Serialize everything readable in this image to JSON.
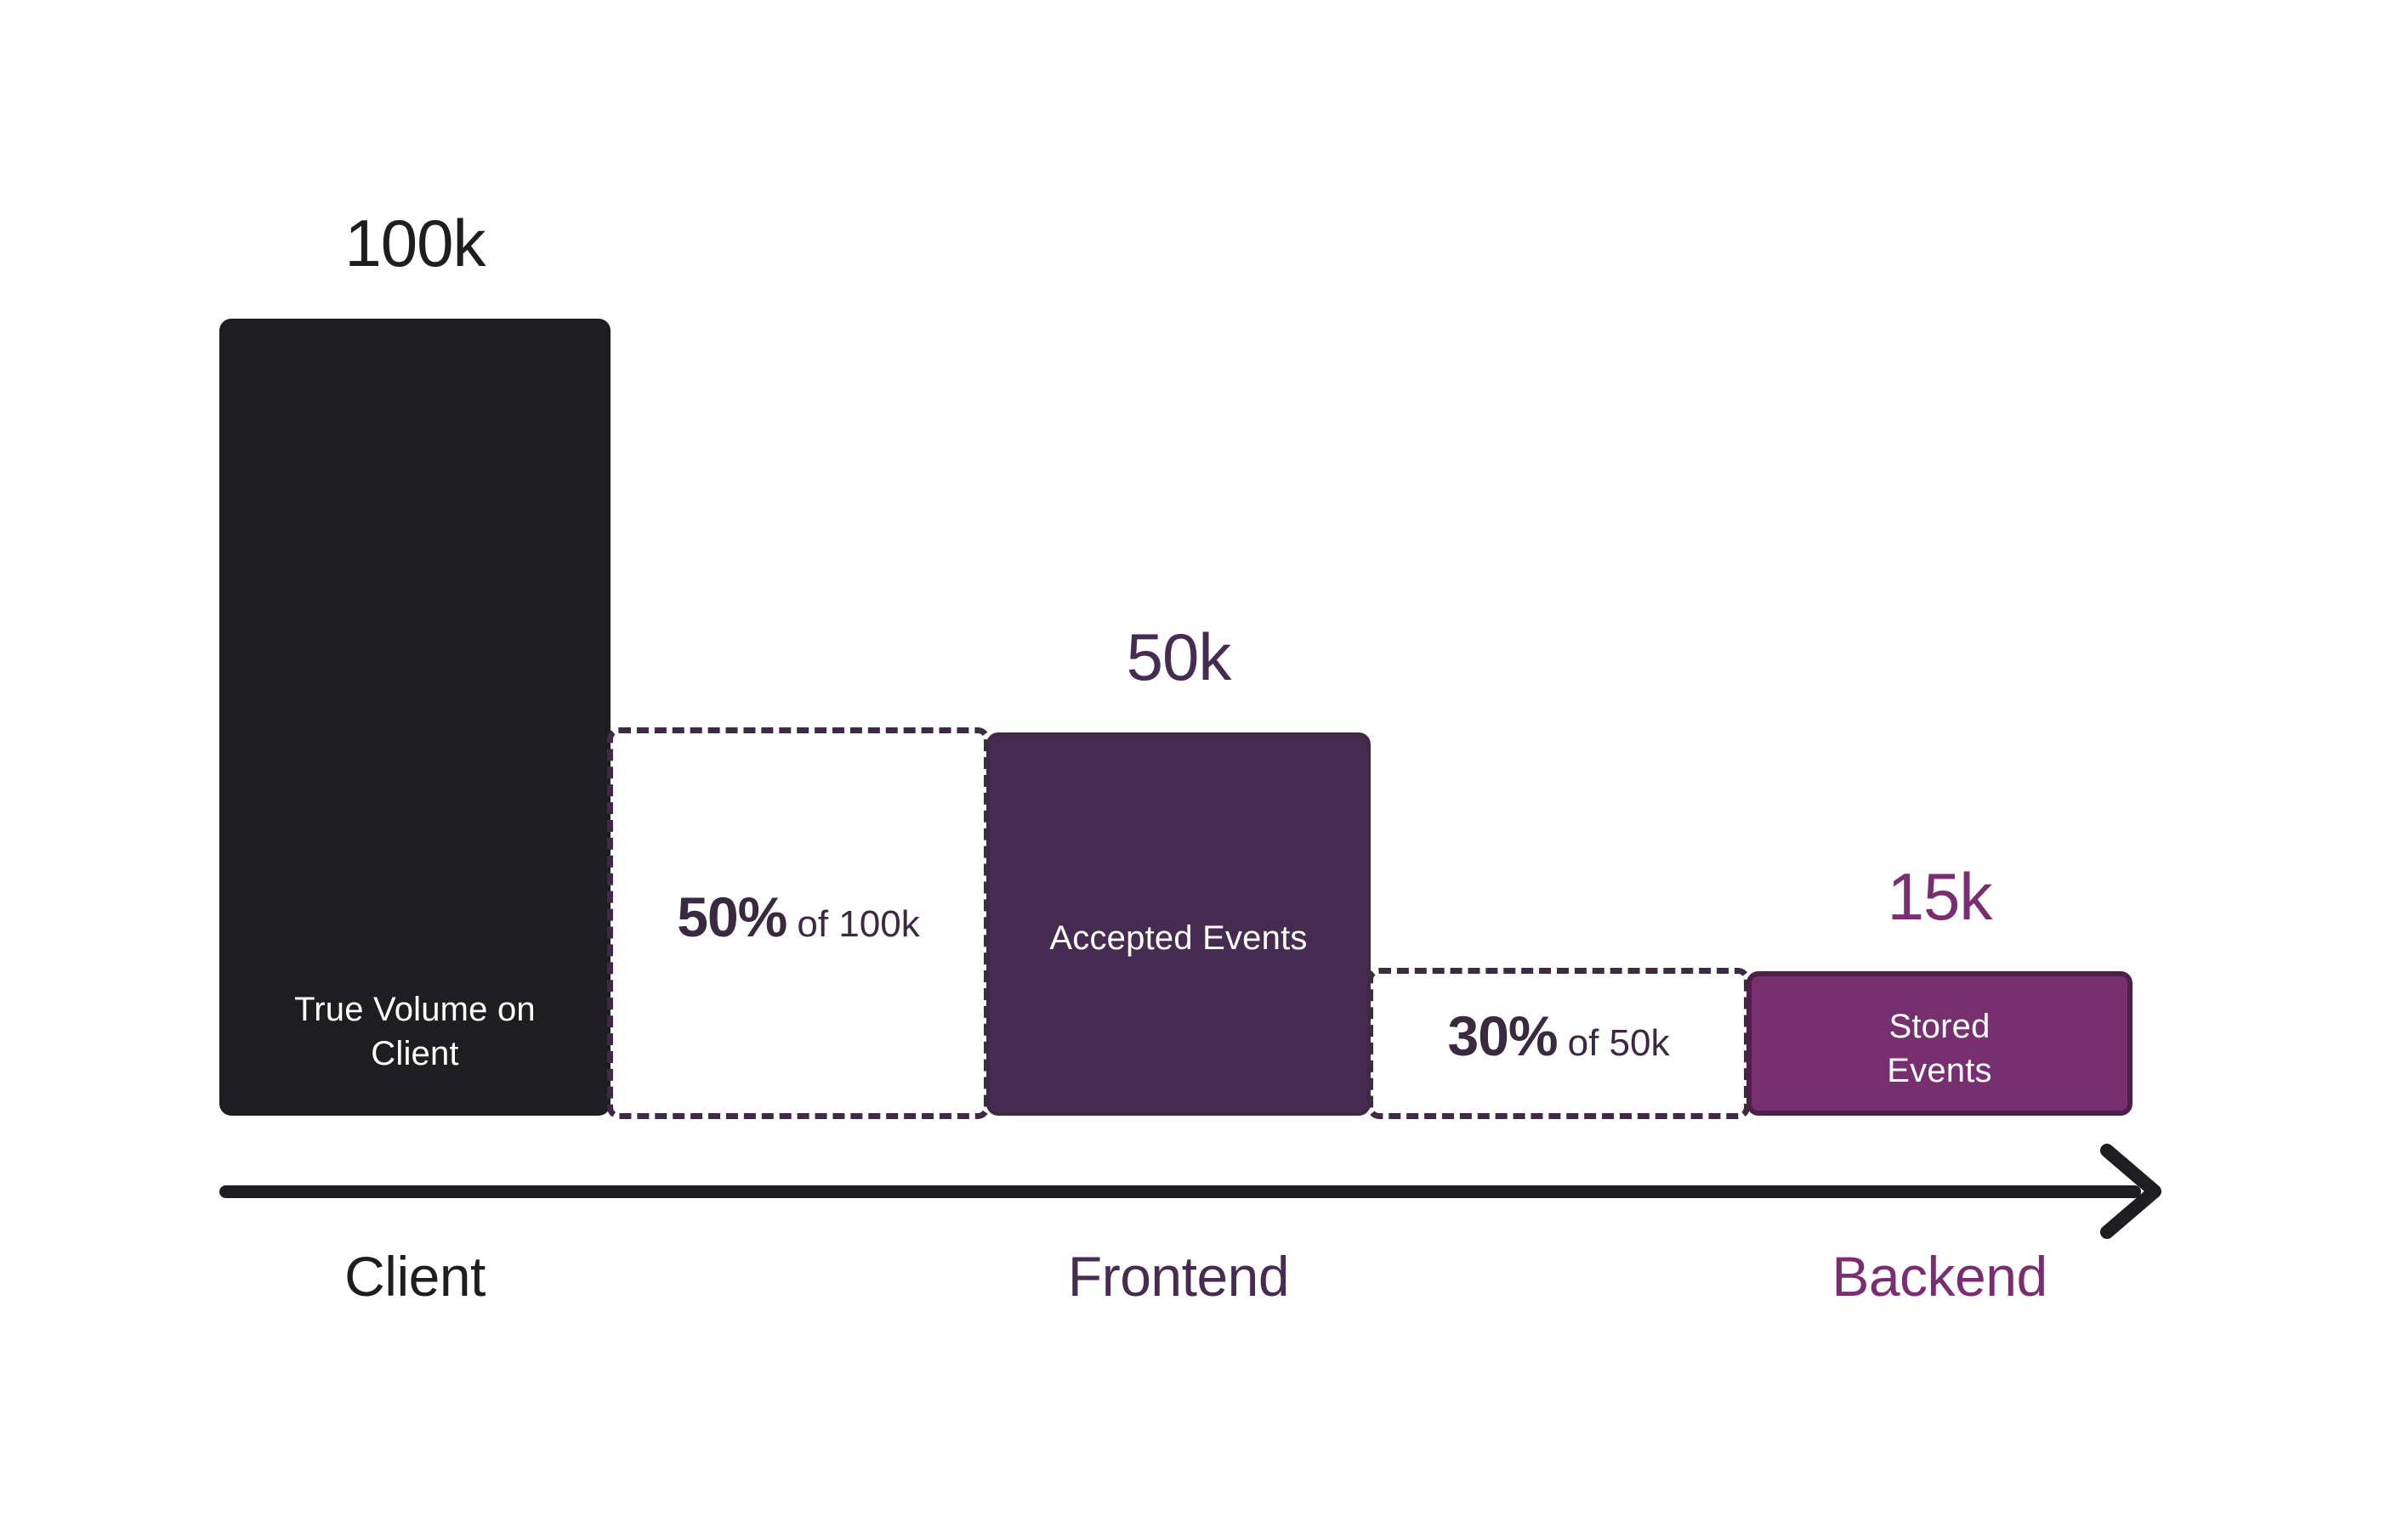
{
  "chart_data": {
    "type": "bar",
    "title": "",
    "subtitle": "",
    "xlabel": "",
    "ylabel": "",
    "grid": false,
    "legend_position": "none",
    "categories": [
      "Client",
      "Frontend",
      "Backend"
    ],
    "values": [
      100000,
      50000,
      15000
    ],
    "value_labels": [
      "100k",
      "50k",
      "15k"
    ],
    "bar_labels": [
      "True Volume on Client",
      "Accepted Events",
      "Stored Events"
    ],
    "drop_off_annotations": [
      {
        "percent": "50%",
        "of": "of 100k",
        "from": "Client",
        "to": "Frontend"
      },
      {
        "percent": "30%",
        "of": "of 50k",
        "from": "Frontend",
        "to": "Backend"
      }
    ],
    "colors": {
      "client_bar": "#1E1E21",
      "frontend_bar": "#472C51",
      "backend_bar": "#782F70",
      "backend_bar_border": "#4C2048",
      "dashed_outline": "#3E2A45",
      "annotation_text": "#3A2A40",
      "bar_label_text": "#FFFFFF",
      "axis": "#1E1E21",
      "background": "#FFFFFF"
    }
  },
  "bars": [
    {
      "key": "client",
      "value_label": "100k",
      "inner_label_line1": "True Volume on",
      "inner_label_line2": "Client",
      "axis_label": "Client"
    },
    {
      "key": "frontend",
      "value_label": "50k",
      "inner_label_line1": "Accepted Events",
      "inner_label_line2": "",
      "axis_label": "Frontend"
    },
    {
      "key": "backend",
      "value_label": "15k",
      "inner_label_line1": "Stored",
      "inner_label_line2": "Events",
      "axis_label": "Backend"
    }
  ],
  "gaps": [
    {
      "key": "client-to-frontend",
      "percent": "50%",
      "of": "of 100k"
    },
    {
      "key": "frontend-to-backend",
      "percent": "30%",
      "of": "of 50k"
    }
  ]
}
